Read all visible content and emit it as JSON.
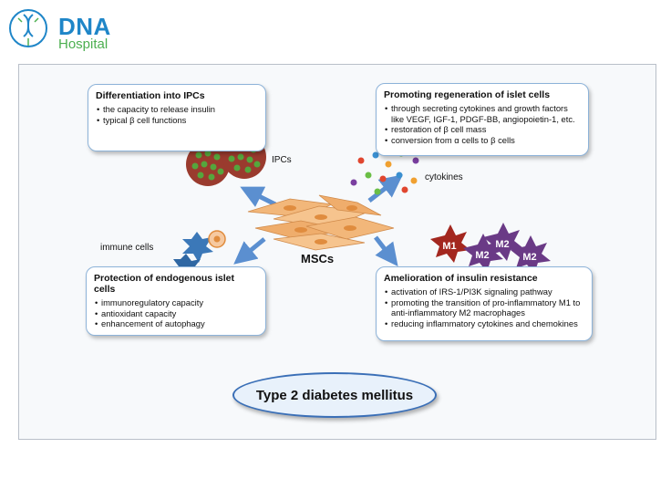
{
  "brand": {
    "name": "DNA",
    "sub": "Hospital",
    "colors": {
      "primary": "#1f86c8",
      "secondary": "#4caf50"
    }
  },
  "diagram": {
    "center_label": "MSCs",
    "title": "Type 2 diabetes mellitus",
    "labels": {
      "ipcs": "IPCs",
      "cytokines": "cytokines",
      "immune_cells": "immune cells"
    },
    "macrophages": [
      "M1",
      "M2",
      "M2",
      "M2"
    ],
    "boxes": {
      "differentiation": {
        "title": "Differentiation into IPCs",
        "items": [
          "the capacity to release insulin",
          "typical β cell functions"
        ]
      },
      "regeneration": {
        "title": "Promoting regeneration of islet cells",
        "items": [
          "through secreting cytokines and growth factors like VEGF, IGF-1, PDGF-BB, angiopoietin-1, etc.",
          "restoration of β cell mass",
          "conversion from α cells to β cells"
        ]
      },
      "protection": {
        "title": "Protection of endogenous islet cells",
        "items": [
          "immunoregulatory capacity",
          "antioxidant capacity",
          "enhancement of autophagy"
        ]
      },
      "amelioration": {
        "title": "Amelioration of insulin resistance",
        "items": [
          "activation of IRS-1/PI3K signaling pathway",
          "promoting the transition of pro-inflammatory M1 to anti-inflammatory M2 macrophages",
          "reducing inflammatory cytokines and chemokines"
        ]
      }
    },
    "colors": {
      "arrow": "#5b8fd0",
      "msc": "#f2b77a",
      "m1": "#a3271f",
      "m2": "#6a3a86",
      "ipc": "#9a3b2e"
    }
  }
}
